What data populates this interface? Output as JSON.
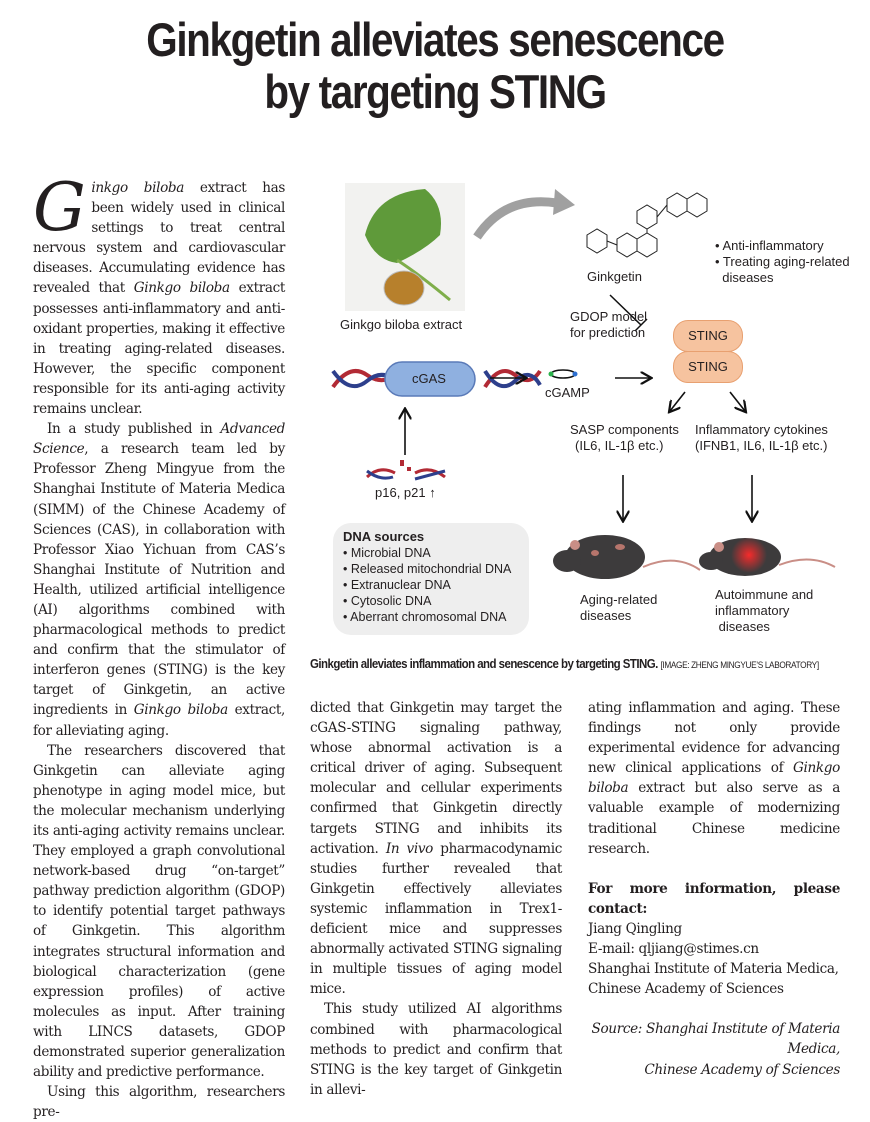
{
  "article": {
    "title_line1": "Ginkgetin alleviates senescence",
    "title_line2": "by targeting STING",
    "dropcap": "G",
    "col1": {
      "p1_lead_italic": "inkgo biloba",
      "p1_a": " extract has been widely used in clinical settings to treat central nervous system and cardiovascular diseases. Accumulating evidence has revealed that ",
      "p1_italic2": "Ginkgo biloba",
      "p1_b": " extract possesses anti-inflammatory and anti-oxidant properties, making it effective in treating aging-related diseases. However, the specific component responsible for its anti-aging activity remains unclear.",
      "p2_a": "In a study published in ",
      "p2_italic": "Advanced Science",
      "p2_b": ", a research team led by Professor Zheng Mingyue from the Shanghai Institute of Materia Medica (SIMM) of the Chinese Academy of Sciences (CAS), in collaboration with Professor Xiao Yichuan from CAS’s Shanghai Institute of Nutrition and Health, utilized artificial intelligence (AI) algorithms combined with pharmacological methods to predict and confirm that the stimulator of interferon genes (STING) is the key target of Ginkgetin, an active ingredients in ",
      "p2_italic2": "Ginkgo biloba",
      "p2_c": " extract, for alleviating aging.",
      "p3": "The researchers discovered that Ginkgetin can alleviate aging phenotype in aging model mice, but the molecular mechanism underlying its anti-aging activity remains unclear. They employed a graph convolutional network-based drug “on-target” pathway prediction algorithm (GDOP) to identify potential target pathways of Ginkgetin. This algorithm integrates structural information and biological characterization (gene expression profiles) of active molecules as input. After training with LINCS datasets, GDOP demonstrated superior generalization ability and predictive performance.",
      "p4": "Using this algorithm, researchers pre-"
    },
    "col2": {
      "p1_a": "dicted that Ginkgetin may target the cGAS-STING signaling pathway, whose abnormal activation is a critical driver of aging. Subsequent molecular and cellular experiments confirmed that Ginkgetin directly targets STING and inhibits its activation. ",
      "p1_italic": "In vivo",
      "p1_b": " pharmacodynamic studies further revealed that Ginkgetin effectively alleviates systemic inflammation in Trex1-deficient mice and suppresses abnormally activated STING signaling in multiple tissues of aging model mice.",
      "p2": "This study utilized AI algorithms combined with pharmacological methods to predict and confirm that STING is the key target of Ginkgetin in allevi-"
    },
    "col3": {
      "p1_a": "ating inflammation and aging. These findings not only provide experimental evidence for advancing new clinical applications of ",
      "p1_italic": "Ginkgo biloba",
      "p1_b": " extract but also serve as a valuable example of modernizing traditional Chinese medicine research.",
      "contact_heading": "For more information, please contact:",
      "contact_name": "Jiang Qingling",
      "contact_email": "E-mail: qljiang@stimes.cn",
      "contact_org1": "Shanghai Institute of Materia Medica,",
      "contact_org2": "Chinese Academy of Sciences",
      "source_line1": "Source: Shanghai Institute of Materia",
      "source_line2": "Medica,",
      "source_line3": "Chinese Academy of Sciences"
    }
  },
  "figure": {
    "ginkgo_label": "Ginkgo biloba extract",
    "compound_label": "Ginkgetin",
    "benefits": [
      "• Anti-inflammatory",
      "• Treating aging-related",
      "  diseases"
    ],
    "gdop_label_1": "GDOP model",
    "gdop_label_2": "for prediction",
    "cgas_label": "cGAS",
    "cgamp_label": "cGAMP",
    "sting_top": "STING",
    "sting_bottom": "STING",
    "p16_label": "p16, p21 ↑",
    "dna_sources_heading": "DNA sources",
    "dna_sources": [
      "• Microbial DNA",
      "• Released mitochondrial DNA",
      "• Extranuclear DNA",
      "• Cytosolic DNA",
      "• Aberrant chromosomal DNA"
    ],
    "sasp_1": "SASP components",
    "sasp_2": "(IL6, IL-1β etc.)",
    "cyto_1": "Inflammatory cytokines",
    "cyto_2": "(IFNB1, IL6, IL-1β etc.)",
    "aging_1": "Aging-related",
    "aging_2": "diseases",
    "auto_1": "Autoimmune and",
    "auto_2": "inflammatory",
    "auto_3": " diseases",
    "caption": "Ginkgetin alleviates inflammation and senescence by targeting STING.",
    "credit": "[IMAGE: ZHENG MINGYUE’S LABORATORY]",
    "colors": {
      "leaf": "#5f9a3a",
      "cgas": "#8fb0e0",
      "sting": "#f6c39f",
      "dna_red": "#b22a35",
      "dna_blue": "#2d3f8c",
      "mouse": "#3d3b3c",
      "inflammation": "#e0282d"
    }
  }
}
